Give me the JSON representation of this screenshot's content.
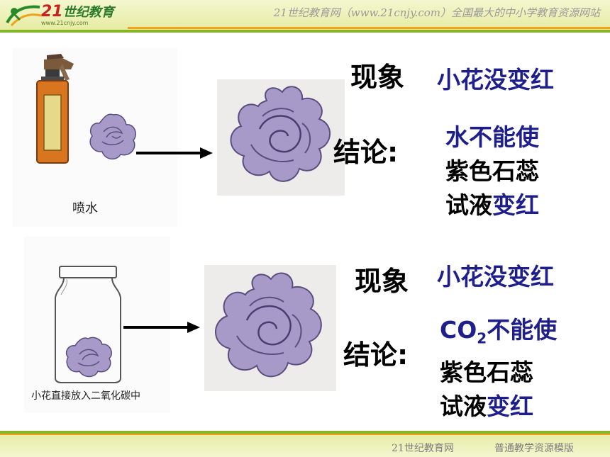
{
  "header": {
    "logo_text": "21",
    "logo_text_cn": "世纪教育",
    "logo_url": "www.21cnjy.com",
    "slogan": "21世纪教育网（www.21cnjy.com）全国最大的中小学教育资源网站"
  },
  "experiment_1": {
    "caption": "喷水",
    "phenomenon_label": "现象",
    "phenomenon": "小花没变红",
    "conclusion_label": "结论:",
    "conclusion_line1": "水不能使",
    "conclusion_line2": "紫色石蕊",
    "conclusion_line3_black": "试液",
    "conclusion_line3_blue": "变红"
  },
  "experiment_2": {
    "caption": "小花直接放入二氧化碳中",
    "phenomenon_label": "现象",
    "phenomenon": "小花没变红",
    "conclusion_label": "结论:",
    "conclusion_co": "CO",
    "conclusion_sub": "2",
    "conclusion_line1_rest": "不能使",
    "conclusion_line2": "紫色石蕊",
    "conclusion_line3_black": "试液",
    "conclusion_line3_blue": "变红"
  },
  "footer": {
    "site": "21世纪教育网",
    "template": "普通教学资源模版"
  },
  "colors": {
    "header_bg": "#e6eca3",
    "accent_green": "#86b52a",
    "accent_orange": "#f2a21a",
    "text_blue": "#1f1f8c",
    "flower_purple": "#a89ac8"
  },
  "icons": [
    "spray-bottle-icon",
    "flower-icon",
    "glass-jar-icon",
    "arrow-right-icon"
  ]
}
